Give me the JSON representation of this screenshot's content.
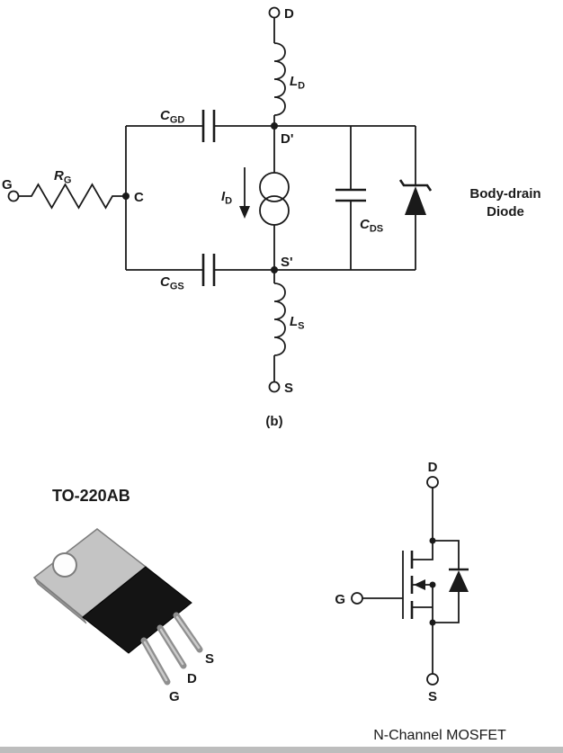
{
  "colors": {
    "ink": "#1a1a1a",
    "metal": "#c4c4c4",
    "plastic": "#141414",
    "lead": "#8f8f8f"
  },
  "equivalent_circuit": {
    "figure_label": "(b)",
    "terminals": {
      "drain": "D",
      "gate": "G",
      "source": "S"
    },
    "nodes": {
      "drain_internal": "D'",
      "source_internal": "S'",
      "gate_internal": "C"
    },
    "components": {
      "drain_inductance": {
        "base": "L",
        "sub": "D"
      },
      "source_inductance": {
        "base": "L",
        "sub": "S"
      },
      "gate_resistance": {
        "base": "R",
        "sub": "G"
      },
      "gate_drain_capacitance": {
        "base": "C",
        "sub": "GD"
      },
      "gate_source_capacitance": {
        "base": "C",
        "sub": "GS"
      },
      "drain_source_capacitance": {
        "base": "C",
        "sub": "DS"
      },
      "drain_current": {
        "base": "I",
        "sub": "D"
      }
    },
    "body_diode_label": {
      "line1": "Body-drain",
      "line2": "Diode"
    }
  },
  "package": {
    "title": "TO-220AB",
    "pin_labels": {
      "gate": "G",
      "drain": "D",
      "source": "S"
    }
  },
  "mosfet_symbol": {
    "caption": "N-Channel MOSFET",
    "terminals": {
      "drain": "D",
      "gate": "G",
      "source": "S"
    }
  }
}
